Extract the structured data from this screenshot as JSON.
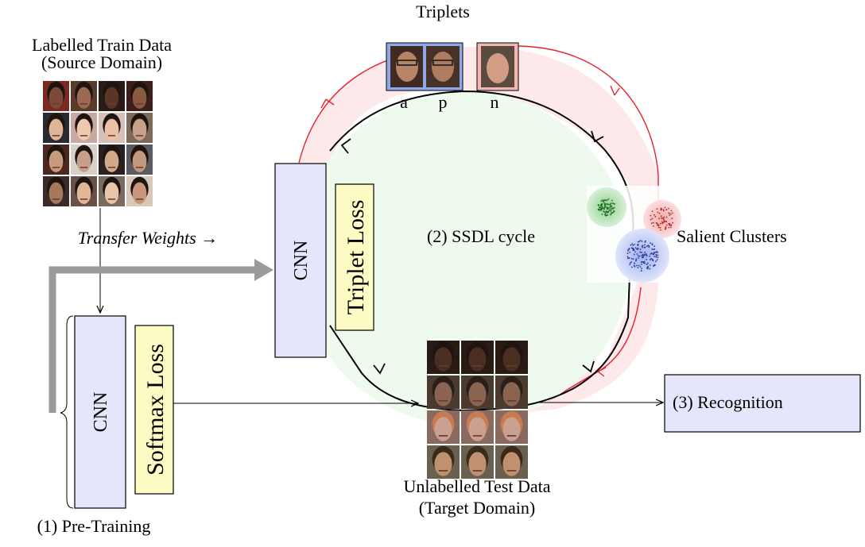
{
  "source": {
    "title_line1": "Labelled Train Data",
    "title_line2": "(Source Domain)"
  },
  "transfer": {
    "label": "Transfer Weights →"
  },
  "pretraining": {
    "cnn_label": "CNN",
    "loss_label": "Softmax Loss",
    "caption": "(1) Pre-Training"
  },
  "ssdl": {
    "cnn_label": "CNN",
    "loss_label": "Triplet Loss",
    "cycle_label": "(2) SSDL cycle"
  },
  "triplets": {
    "title": "Triplets",
    "anchor": "a",
    "positive": "p",
    "negative": "n"
  },
  "clusters": {
    "label": "Salient Clusters"
  },
  "target": {
    "title_line1": "Unlabelled Test Data",
    "title_line2": "(Target Domain)"
  },
  "recognition": {
    "label": "(3) Recognition"
  },
  "colors": {
    "cnn_fill": "#e5e5fb",
    "loss_fill": "#fdfbc4",
    "cycle_fill": "#eefaed",
    "outer_ring_fill": "#fde9ea",
    "red_arrow": "#e8202a",
    "transfer_arrow": "#9a9a9a"
  }
}
